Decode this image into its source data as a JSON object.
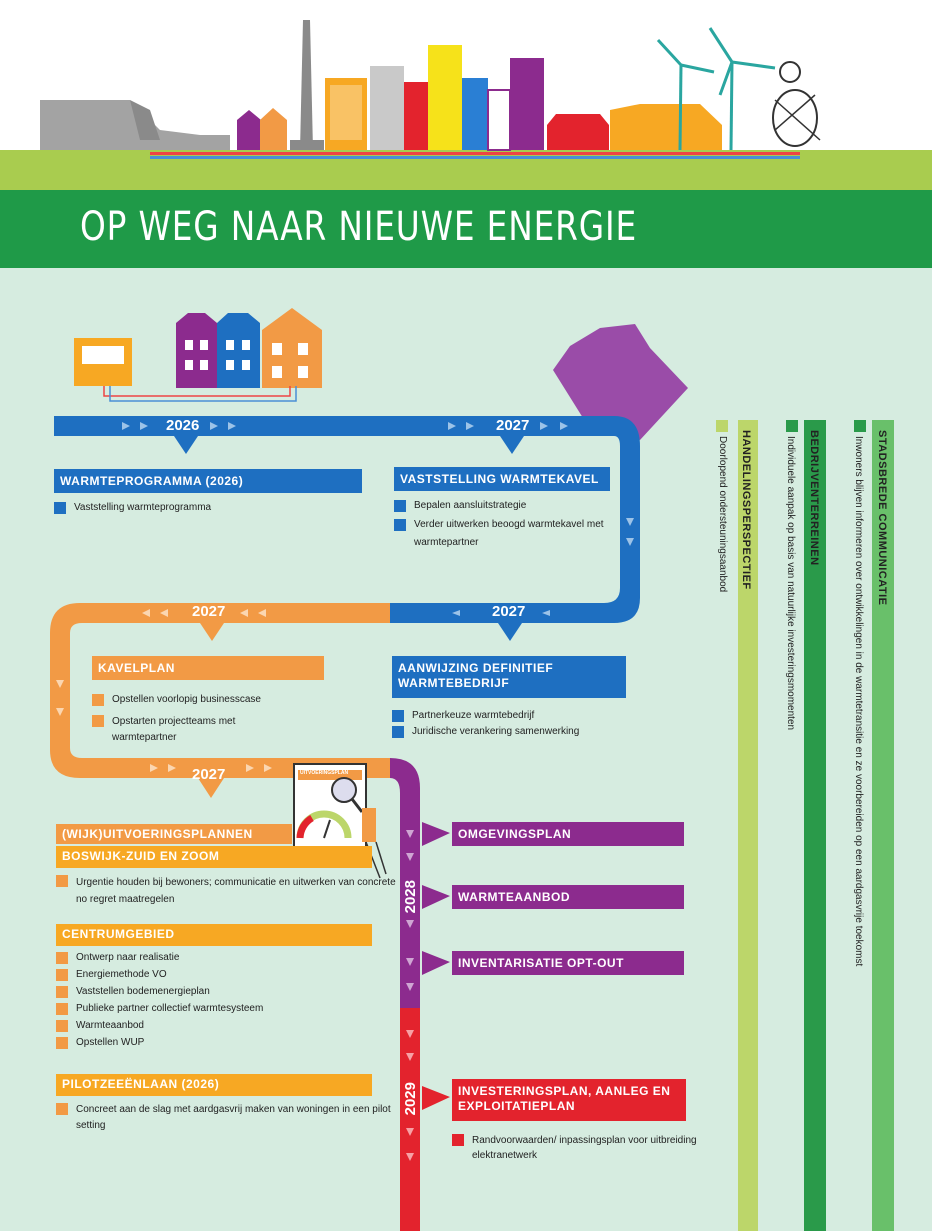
{
  "title": "OP WEG NAAR NIEUWE ENERGIE",
  "years": {
    "y2026": "2026",
    "y2027a": "2027",
    "y2027b": "2027",
    "y2027c": "2027",
    "y2027d": "2027",
    "y2028": "2028",
    "y2029": "2029"
  },
  "warmteprogramma": {
    "header": "WARMTEPROGRAMMA (2026)",
    "items": [
      "Vaststelling warmteprogramma"
    ]
  },
  "warmtekavel": {
    "header": "VASTSTELLING WARMTEKAVEL",
    "items": [
      "Bepalen aansluitstrategie",
      "Verder uitwerken beoogd warmtekavel met warmtepartner"
    ]
  },
  "kavelplan": {
    "header": "KAVELPLAN",
    "items": [
      "Opstellen voorlopig businesscase",
      "Opstarten projectteams met warmtepartner"
    ]
  },
  "warmtebedrijf": {
    "header": "AANWIJZING DEFINITIEF WARMTEBEDRIJF",
    "items": [
      "Partnerkeuze warmtebedrijf",
      "Juridische verankering samenwerking"
    ]
  },
  "uitvoeringsplannen": {
    "header": "(WIJK)UITVOERINGSPLANNEN",
    "boswijk_header": "BOSWIJK-ZUID EN ZOOM",
    "boswijk_items": [
      "Urgentie houden bij bewoners; communicatie en uitwerken van concrete no regret maatregelen"
    ],
    "centrum_header": "CENTRUMGEBIED",
    "centrum_items": [
      "Ontwerp naar realisatie",
      "Energiemethode VO",
      "Vaststellen bodemenergieplan",
      "Publieke partner collectief warmtesysteem",
      "Warmteaanbod",
      "Opstellen WUP"
    ],
    "pilot_header": "PILOTZEEËNLAAN (2026)",
    "pilot_items": [
      "Concreet aan de slag met aardgasvrij maken van woningen in een pilot setting"
    ]
  },
  "purple_boxes": [
    "OMGEVINGSPLAN",
    "WARMTEAANBOD",
    "INVENTARISATIE OPT-OUT"
  ],
  "investering": {
    "header": "INVESTERINGSPLAN, AANLEG EN EXPLOITATIEPLAN",
    "items": [
      "Randvoorwaarden/ inpassingsplan voor uitbreiding elektranetwerk"
    ]
  },
  "document_title": "UITVOERINGSPLAN",
  "columns": [
    {
      "title": "HANDELINGSPERSPECTIEF",
      "text": "Doorlopend ondersteuningsaanbod",
      "color": "#bcd66a"
    },
    {
      "title": "BEDRIJVENTERREINEN",
      "text": "Individuele aanpak op basis van natuurlijke investeringsmomenten",
      "color": "#2a9a4a"
    },
    {
      "title": "STADSBREDE COMMUNICATIE",
      "text": "Inwoners blijven informeren over ontwikkelingen in de warmtetransitie en ze voorbereiden op een aardgasvrije toekomst",
      "color": "#69c06a"
    }
  ],
  "colors": {
    "green": "#1f9a48",
    "blue": "#1e6fc1",
    "orange": "#f29a45",
    "purple": "#8c2b8e",
    "red": "#e3232d",
    "bg": "#d6ece0"
  }
}
